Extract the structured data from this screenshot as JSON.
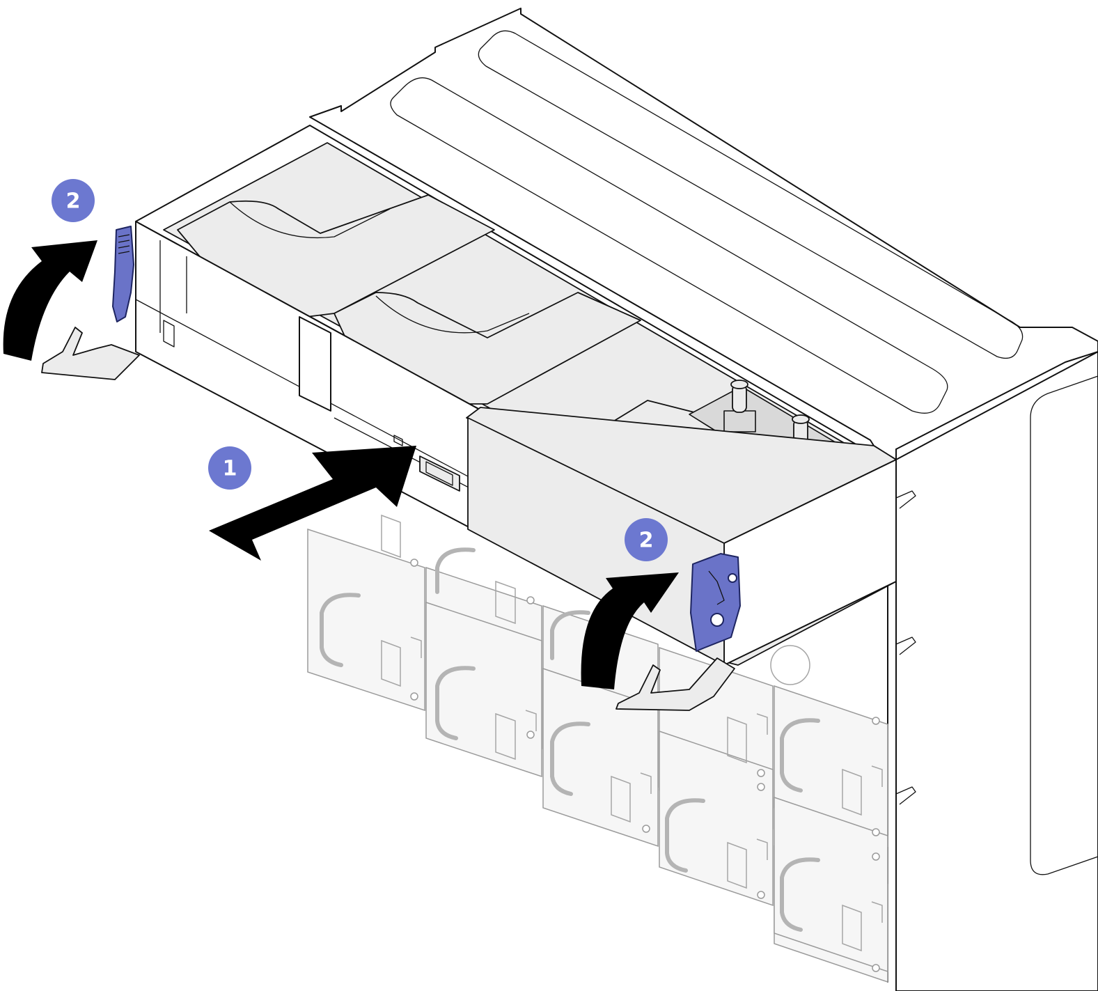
{
  "callouts": [
    {
      "id": "step-1",
      "label": "1"
    },
    {
      "id": "step-2-left",
      "label": "2"
    },
    {
      "id": "step-2-right",
      "label": "2"
    }
  ],
  "colors": {
    "callout": "#6c78d0",
    "latch": "#6a73c8",
    "arrow": "#000000",
    "metal": "#ececec"
  },
  "icons": [
    "push-in-arrow",
    "rotate-up-arrow",
    "release-latch"
  ]
}
